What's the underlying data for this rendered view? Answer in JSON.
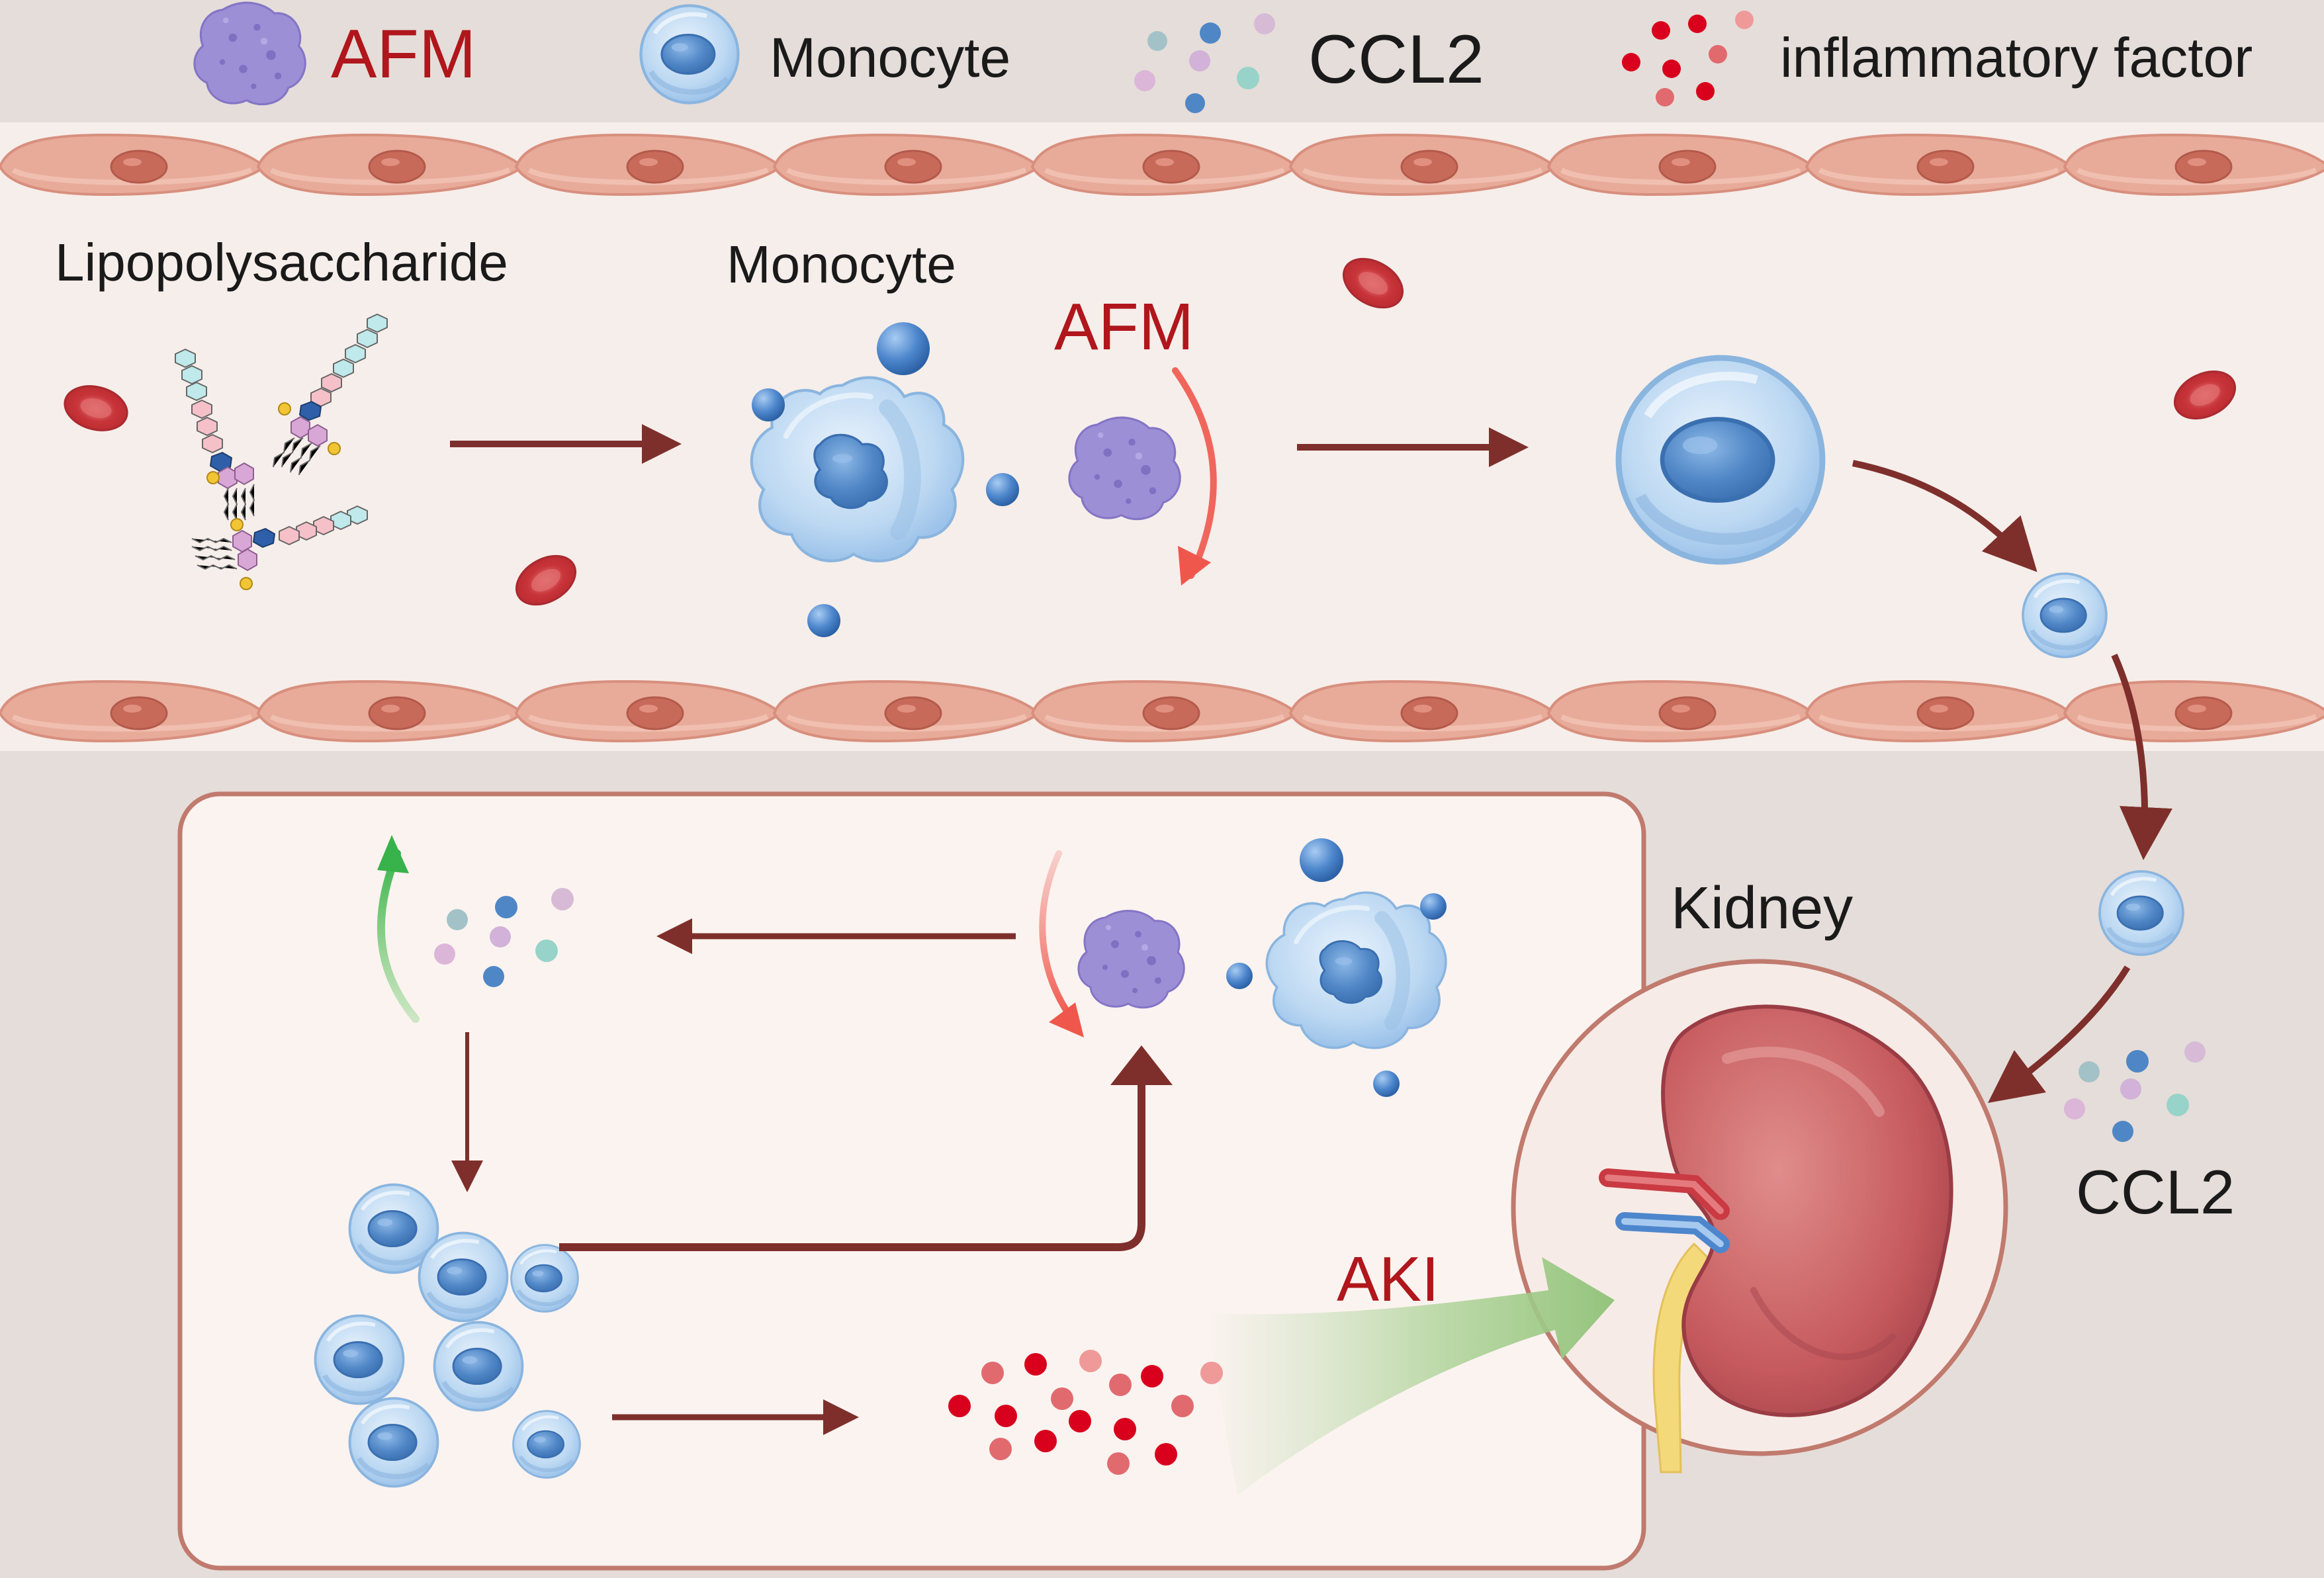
{
  "legend": {
    "afm": "AFM",
    "monocyte": "Monocyte",
    "ccl2": "CCL2",
    "inflammatory_factor": "inflammatory factor"
  },
  "vessel": {
    "lipopolysaccharide": "Lipopolysaccharide",
    "monocyte": "Monocyte",
    "afm": "AFM"
  },
  "tissue": {
    "kidney": "Kidney",
    "ccl2": "CCL2",
    "aki": "AKI"
  },
  "colors": {
    "label_red": "#b0161c",
    "arrow_brown": "#7e2f2b",
    "afm_purple": "#9d8fd6",
    "monocyte_blue": "#5b92cf",
    "endothelium": "#e6a998",
    "kidney": "#c65a5e",
    "inflammatory_red": "#d8001c",
    "ccl2_green": "#97d3c9"
  }
}
